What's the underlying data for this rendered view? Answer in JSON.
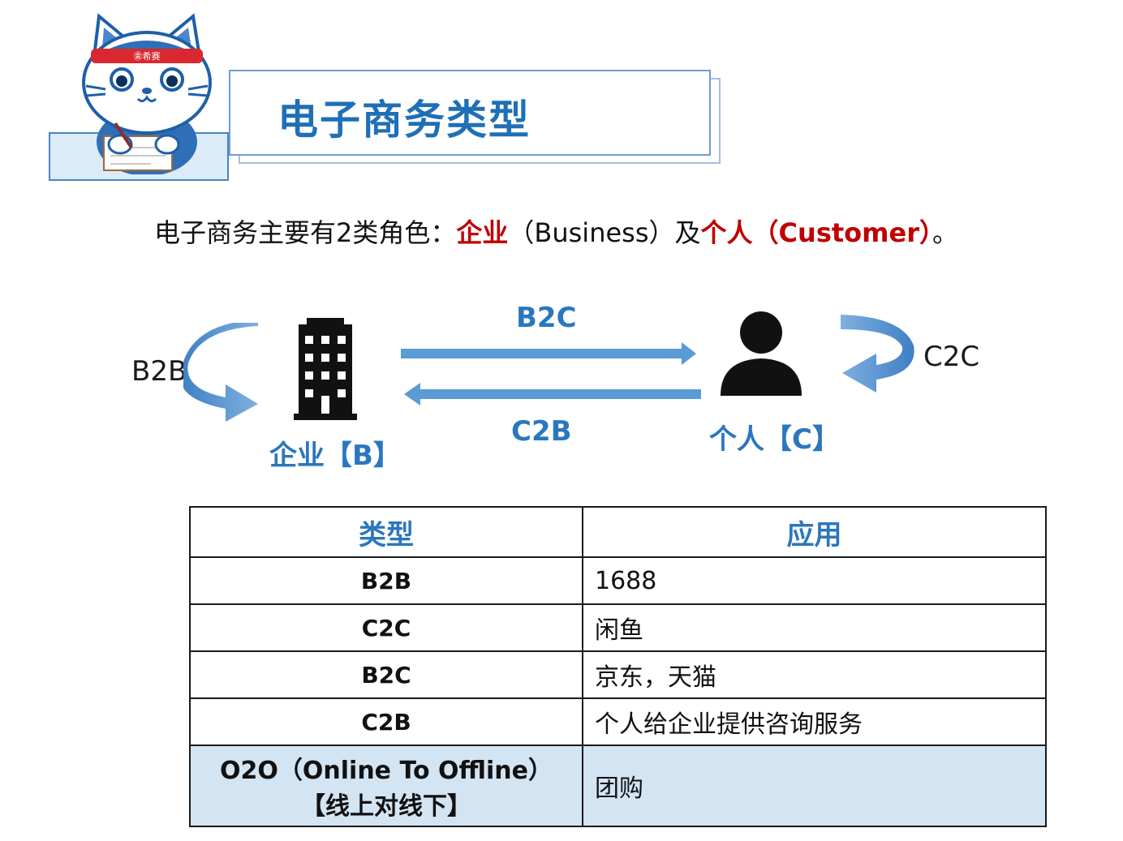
{
  "header": {
    "title": "电子商务类型",
    "mascot_headband": "㊎希赛"
  },
  "intro": {
    "prefix": "电子商务主要有2类角色：",
    "business_cn": "企业",
    "business_en": "（Business）",
    "connector": "及",
    "customer_cn": "个人",
    "customer_en": "（Customer）",
    "suffix": "。"
  },
  "diagram": {
    "business_label": "企业【B】",
    "customer_label": "个人【C】",
    "b2b_label": "B2B",
    "c2c_label": "C2C",
    "b2c_label": "B2C",
    "c2b_label": "C2B",
    "icons": [
      "building-icon",
      "person-icon",
      "curved-arrow-icon"
    ],
    "colors": {
      "accent": "#2a77be",
      "arrow": "#5b9bd5",
      "highlight_red": "#c00000"
    }
  },
  "table": {
    "headers": [
      "类型",
      "应用"
    ],
    "rows": [
      {
        "type": "B2B",
        "app": "1688"
      },
      {
        "type": "C2C",
        "app": "闲鱼"
      },
      {
        "type": "B2C",
        "app": "京东，天猫"
      },
      {
        "type": "C2B",
        "app": "个人给企业提供咨询服务"
      },
      {
        "type": "O2O（Online To Offline）",
        "type_sub": "【线上对线下】",
        "app": "团购"
      }
    ],
    "highlight_color": "#d3e4f3"
  }
}
